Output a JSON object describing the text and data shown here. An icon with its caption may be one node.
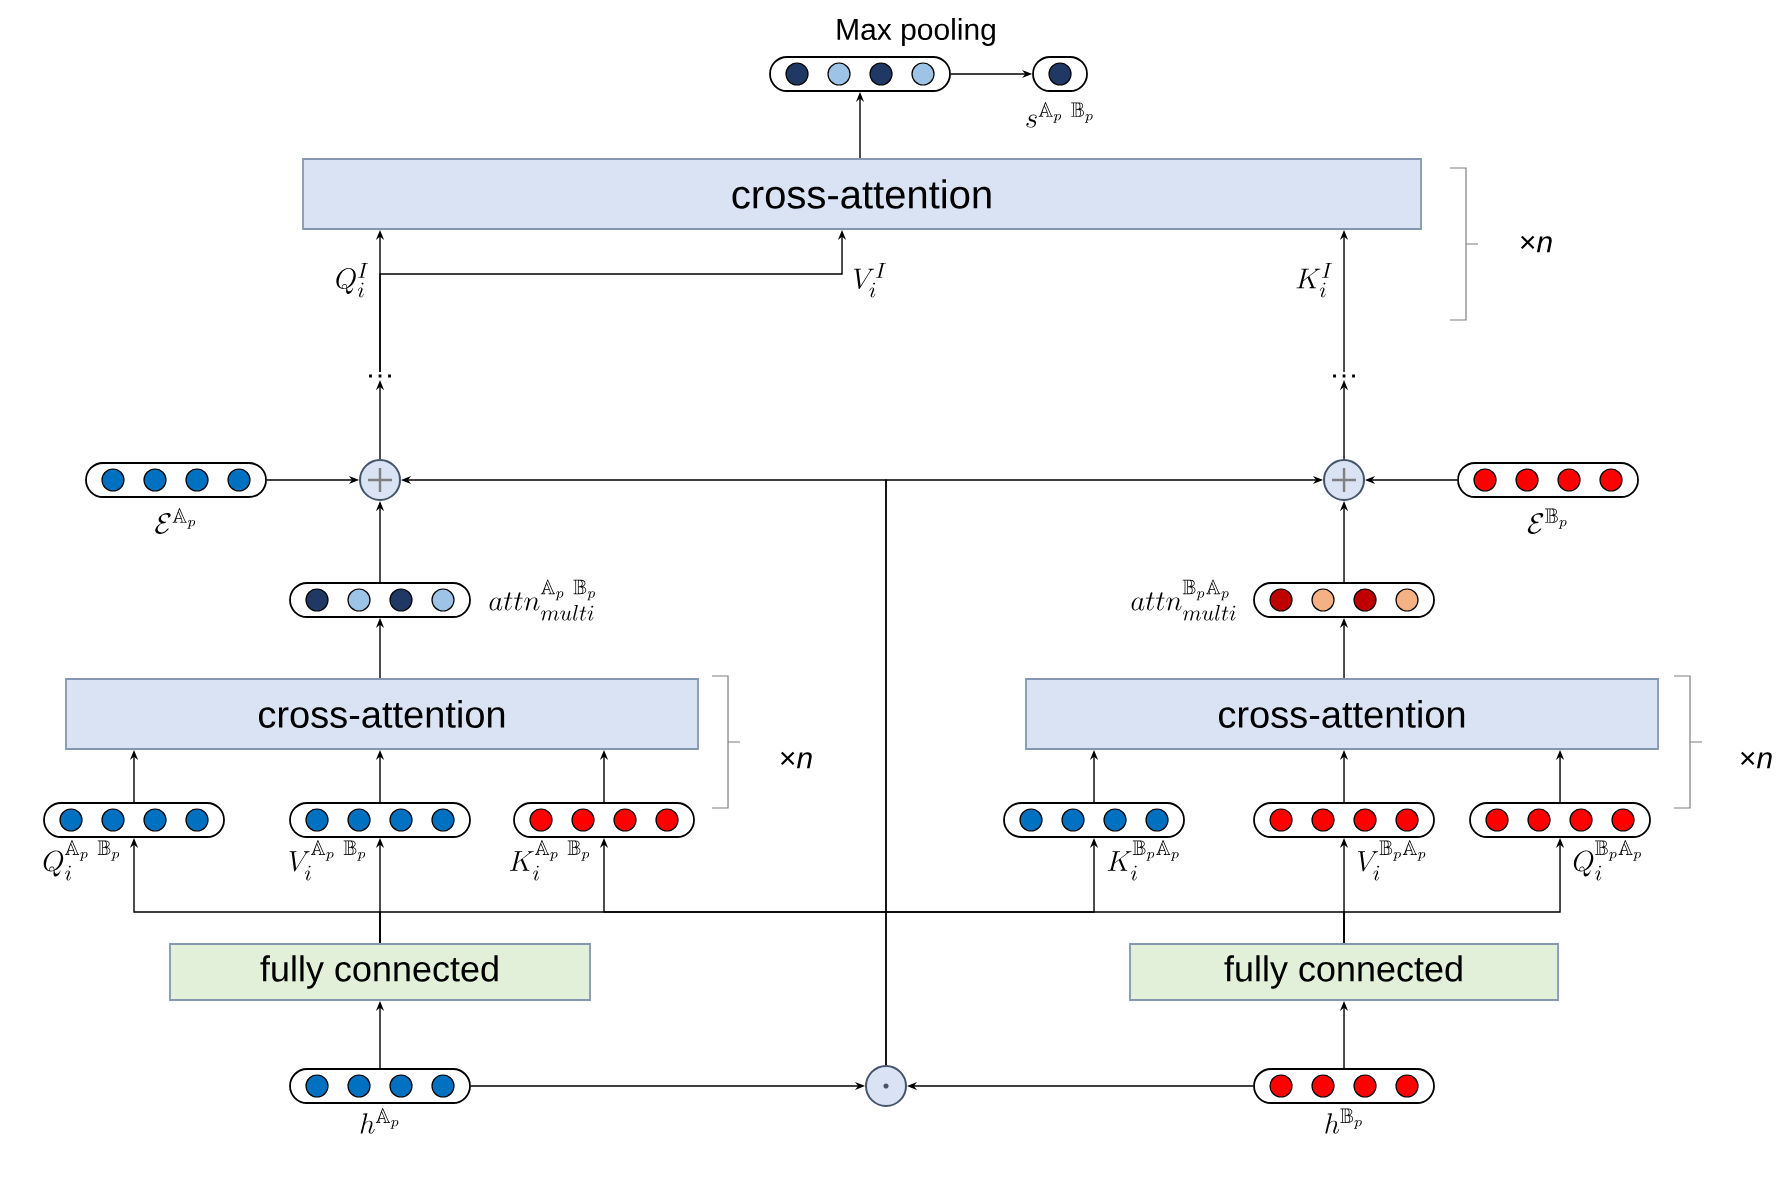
{
  "diagram": {
    "nodes": [
      {
        "text": [],
        "shape": "bar"
      },
      {
        "text": [
          "s^{\\mathbb{A}_p\\ \\mathbb{B}_p}"
        ]
      },
      {
        "text": [
          "cross-attention"
        ]
      },
      {
        "text": [
          "…"
        ]
      },
      {
        "text": [
          "…"
        ]
      },
      {
        "text": [
          "\\mathcal{E}^{\\mathbb{A}_p}"
        ]
      },
      {
        "text": [],
        "shape": "circle"
      },
      {
        "text": [],
        "shape": "circle"
      },
      {
        "text": [
          "\\mathcal{E}^{\\mathbb{B}_p}"
        ]
      },
      {
        "text": [
          "attn_{multi}^{\\mathbb{A}_p\\ \\mathbb{B}_p}"
        ]
      },
      {
        "text": [
          "attn_{multi}^{\\mathbb{B}_p\\mathbb{A}_p}"
        ]
      },
      {
        "text": [
          "cross-attention"
        ]
      },
      {
        "text": [
          "cross-attention"
        ]
      },
      {
        "text": [
          "Q_i^{\\mathbb{A}_p\\ \\mathbb{B}_p}"
        ]
      },
      {
        "text": [
          "V_i^{\\mathbb{A}_p\\ \\mathbb{B}_p}"
        ]
      },
      {
        "text": [
          "K_i^{\\mathbb{A}_p\\ \\mathbb{B}_p}"
        ]
      },
      {
        "text": [
          "K_i^{\\mathbb{B}_p\\mathbb{A}_p}"
        ]
      },
      {
        "text": [
          "V_i^{\\mathbb{B}_p\\mathbb{A}_p}"
        ]
      },
      {
        "text": [
          "Q_i^{\\mathbb{B}_p\\mathbb{A}_p}"
        ]
      },
      {
        "text": [
          "fully connected"
        ]
      },
      {
        "text": [
          "fully connected"
        ]
      },
      {
        "text": [
          "h^{\\mathbb{A}_p}"
        ]
      },
      {
        "text": [],
        "shape": "circle"
      },
      {
        "text": [
          "h^{\\mathbb{B}_p}"
        ]
      }
    ],
    "edges": [
      {
        "from": 0,
        "to": 1,
        "arrow": "to"
      },
      {
        "from": 2,
        "to": 0,
        "arrow": "to"
      },
      {
        "from": 3,
        "to": 2,
        "arrow": "to",
        "label": "Q_i^I"
      },
      {
        "from": 3,
        "to": 2,
        "arrow": "to",
        "label": "V_i^I"
      },
      {
        "from": 4,
        "to": 2,
        "arrow": "to",
        "label": "K_i^I"
      },
      {
        "from": 6,
        "to": 3,
        "arrow": "to"
      },
      {
        "from": 7,
        "to": 4,
        "arrow": "to"
      },
      {
        "from": 5,
        "to": 6,
        "arrow": "to"
      },
      {
        "from": 8,
        "to": 7,
        "arrow": "to"
      },
      {
        "from": 9,
        "to": 6,
        "arrow": "to"
      },
      {
        "from": 10,
        "to": 7,
        "arrow": "to"
      },
      {
        "from": 11,
        "to": 9,
        "arrow": "to"
      },
      {
        "from": 12,
        "to": 10,
        "arrow": "to"
      },
      {
        "from": 13,
        "to": 11,
        "arrow": "to"
      },
      {
        "from": 14,
        "to": 11,
        "arrow": "to"
      },
      {
        "from": 15,
        "to": 11,
        "arrow": "to"
      },
      {
        "from": 16,
        "to": 12,
        "arrow": "to"
      },
      {
        "from": 17,
        "to": 12,
        "arrow": "to"
      },
      {
        "from": 18,
        "to": 12,
        "arrow": "to"
      },
      {
        "from": 19,
        "to": 13,
        "arrow": "to"
      },
      {
        "from": 19,
        "to": 14,
        "arrow": "to"
      },
      {
        "from": 19,
        "to": 16,
        "arrow": "to"
      },
      {
        "from": 20,
        "to": 15,
        "arrow": "to"
      },
      {
        "from": 20,
        "to": 17,
        "arrow": "to"
      },
      {
        "from": 20,
        "to": 18,
        "arrow": "to"
      },
      {
        "from": 21,
        "to": 19,
        "arrow": "to"
      },
      {
        "from": 23,
        "to": 20,
        "arrow": "to"
      },
      {
        "from": 21,
        "to": 22,
        "arrow": "to"
      },
      {
        "from": 23,
        "to": 22,
        "arrow": "to"
      },
      {
        "from": 22,
        "to": 6,
        "arrow": "to"
      },
      {
        "from": 22,
        "to": 7,
        "arrow": "to"
      }
    ],
    "labels": [
      "Max pooling",
      "×*n*",
      "×*n*",
      "×*n*"
    ]
  }
}
